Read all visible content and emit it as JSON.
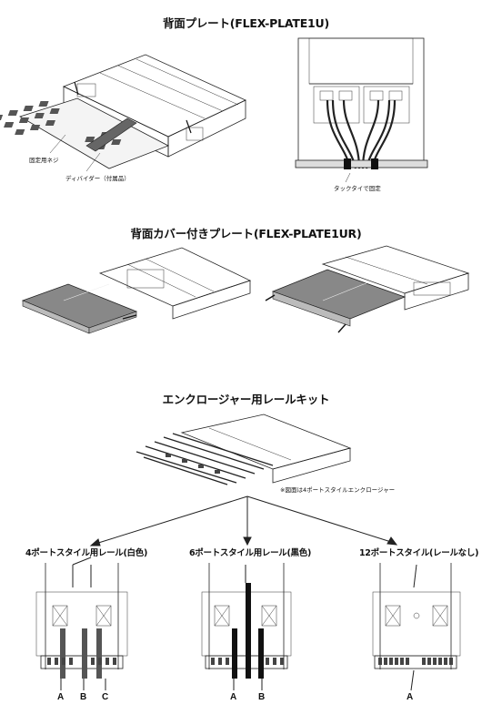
{
  "sections": {
    "plate": {
      "title": "背面プレート(FLEX-PLATE1U)",
      "callout_screw": "固定用ネジ",
      "callout_divider": "ディバイダー（付属品）",
      "callout_tie": "タックタイで固定"
    },
    "cover_plate": {
      "title": "背面カバー付きプレート(FLEX-PLATE1UR)"
    },
    "rail_kit": {
      "title": "エンクロージャー用レールキット",
      "note": "※図面は4ポートスタイルエンクロージャー",
      "variants": [
        {
          "label": "4ポートスタイル用レール(白色)",
          "letters": [
            "A",
            "B",
            "C"
          ]
        },
        {
          "label": "6ポートスタイル用レール(黒色)",
          "letters": [
            "A",
            "B"
          ]
        },
        {
          "label": "12ポートスタイル(レールなし)",
          "letters": [
            "A"
          ]
        }
      ]
    }
  }
}
